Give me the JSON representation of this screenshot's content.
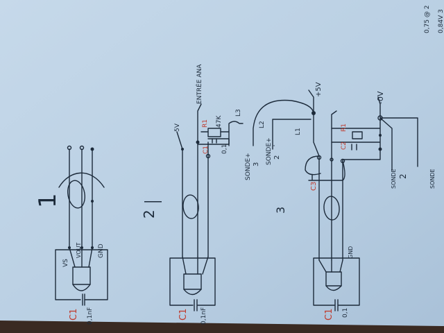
{
  "section1": {
    "number": "1",
    "cap_label": "C1",
    "cap_value": "0,1nF",
    "pin_vs": "VS",
    "pin_vout": "VOUT",
    "pin_gnd": "GND"
  },
  "section2": {
    "number": "2",
    "supply": "5V",
    "input": "ENTRÉE ANA",
    "r_label": "R1",
    "r_value": "47K",
    "c_label": "C1",
    "c_value": "0,1",
    "l3": "L3",
    "cap_label": "C1",
    "cap_value": "0,1nF"
  },
  "section3": {
    "number": "3",
    "sonde3": "SONDE+",
    "sonde3_num": "3",
    "sonde2": "SONDE+",
    "sonde2_num": "2",
    "l2": "L2",
    "l1": "L1",
    "plus5v": "+5V",
    "zero_v": "-0V",
    "r_label": "R1",
    "c2_label": "C2",
    "c3_label": "C3",
    "gnd": "GND",
    "sonde_a": "SONDE",
    "sonde_a_num": "2",
    "sonde_b": "SONDE",
    "cap_label": "C1",
    "cap_value": "0,1"
  },
  "notes": {
    "line1": "0,75 @ 2",
    "line2": "0,84V 3"
  },
  "colors": {
    "paper": "#b9cfe2",
    "ink": "#1c2a3a",
    "red_ink": "#c0392b"
  }
}
